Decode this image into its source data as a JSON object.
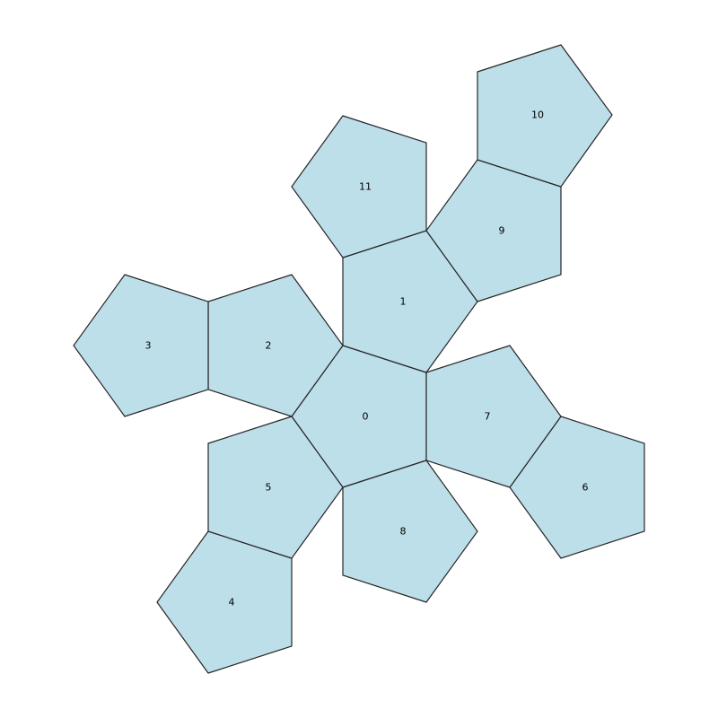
{
  "diagram": {
    "face_fill": "#bddfea",
    "edge_color": "#262626",
    "faces": [
      {
        "id": "face-0",
        "label": "0"
      },
      {
        "id": "face-1",
        "label": "1"
      },
      {
        "id": "face-2",
        "label": "2"
      },
      {
        "id": "face-3",
        "label": "3"
      },
      {
        "id": "face-4",
        "label": "4"
      },
      {
        "id": "face-5",
        "label": "5"
      },
      {
        "id": "face-6",
        "label": "6"
      },
      {
        "id": "face-7",
        "label": "7"
      },
      {
        "id": "face-8",
        "label": "8"
      },
      {
        "id": "face-9",
        "label": "9"
      },
      {
        "id": "face-10",
        "label": "10"
      },
      {
        "id": "face-11",
        "label": "11"
      }
    ]
  }
}
